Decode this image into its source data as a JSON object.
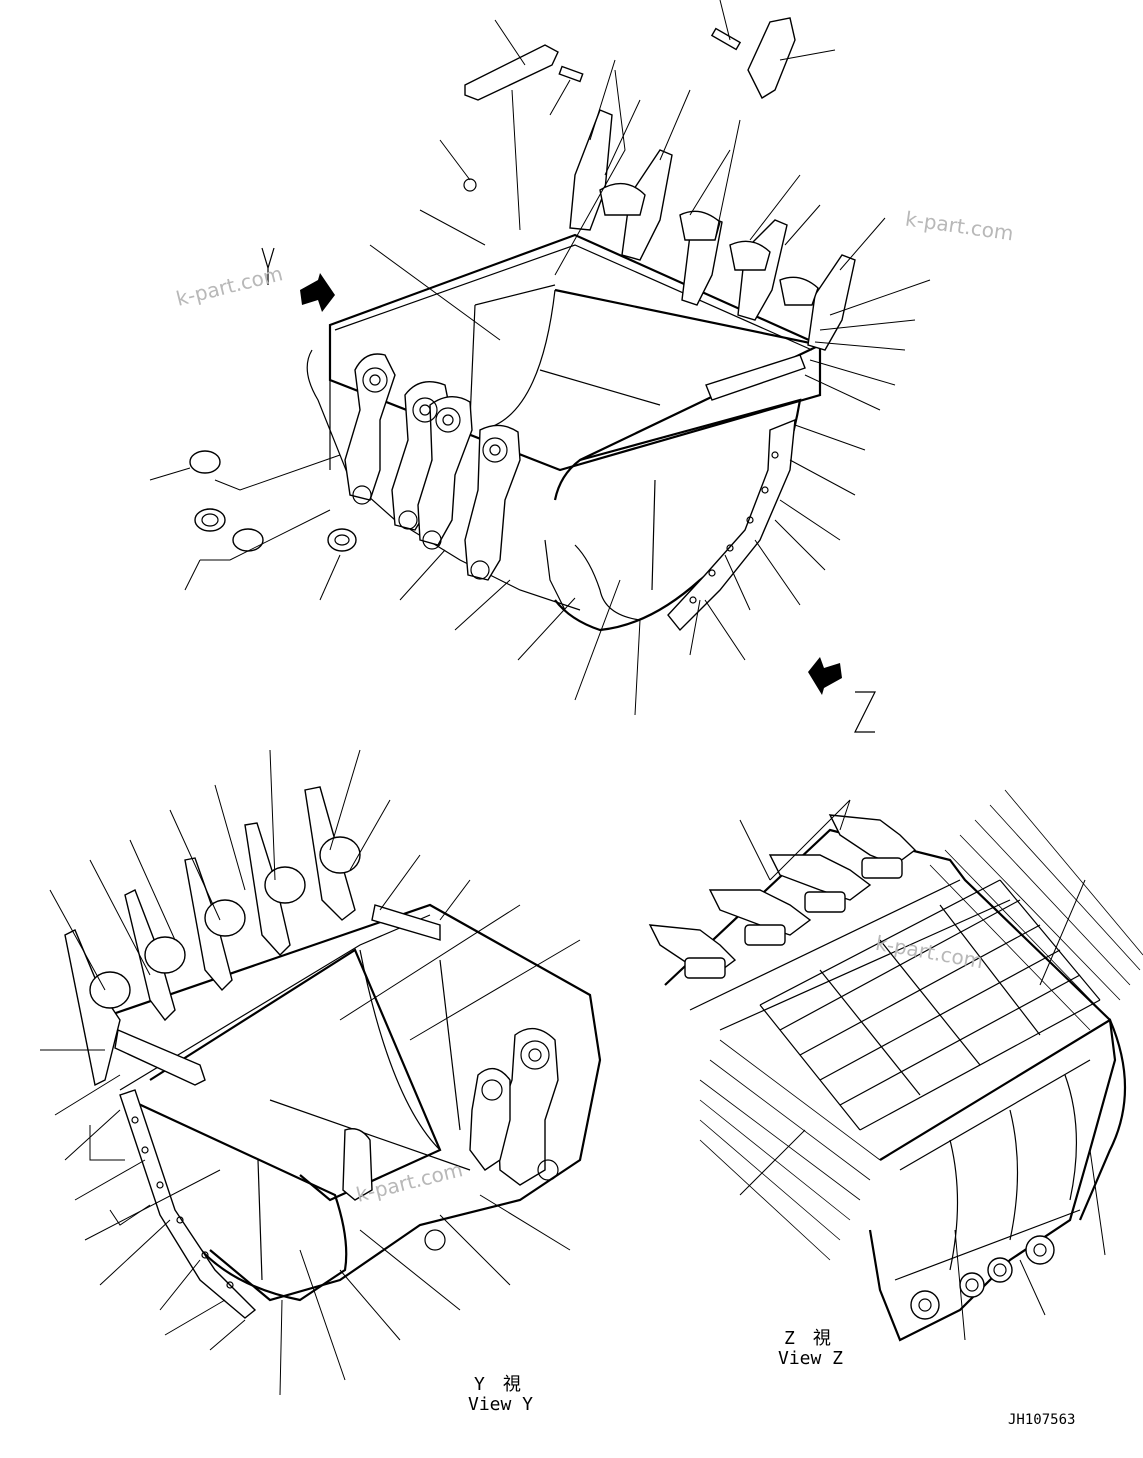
{
  "watermarks": [
    "k-part.com",
    "k-part.com",
    "k-part.com",
    "k-part.com"
  ],
  "view_markers": {
    "y": "Y",
    "z": "Z"
  },
  "captions": {
    "view_y_jp": "Y　視",
    "view_y_en": "View Y",
    "view_z_jp": "Z　視",
    "view_z_en": "View Z"
  },
  "drawing_number": "JH107563",
  "colors": {
    "line": "#000000",
    "background": "#ffffff",
    "watermark": "#b8b8b8"
  },
  "icons": [
    "view-direction-arrow-icon"
  ]
}
